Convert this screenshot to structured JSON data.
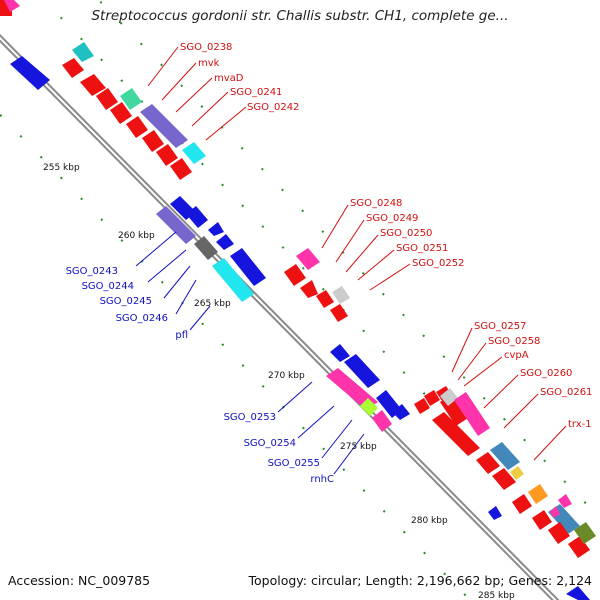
{
  "title": "Streptococcus gordonii str. Challis substr. CH1, complete ge...",
  "footer": {
    "accession_label": "Accession:",
    "accession": "NC_009785",
    "topology_label": "Topology:",
    "topology": "circular;",
    "length_label": "Length:",
    "length": "2,196,662 bp;",
    "genes_label": "Genes:",
    "genes": "2,124"
  },
  "scale_labels": [
    "255 kbp",
    "260 kbp",
    "265 kbp",
    "270 kbp",
    "275 kbp",
    "280 kbp",
    "285 kbp"
  ],
  "gene_labels_forward": [
    "SGO_0238",
    "mvk",
    "mvaD",
    "SGO_0241",
    "SGO_0242",
    "SGO_0248",
    "SGO_0249",
    "SGO_0250",
    "SGO_0251",
    "SGO_0252",
    "SGO_0257",
    "SGO_0258",
    "cvpA",
    "SGO_0260",
    "SGO_0261",
    "trx-1"
  ],
  "gene_labels_reverse": [
    "SGO_0243",
    "SGO_0244",
    "SGO_0245",
    "SGO_0246",
    "pfl",
    "SGO_0253",
    "SGO_0254",
    "SGO_0255",
    "rnhC"
  ],
  "colors": {
    "forward_label": "#d01010",
    "reverse_label": "#1010c0",
    "forward_gene": "#ee1111",
    "reverse_gene": "#1515dd",
    "backbone": "#888888",
    "tick": "#2a8a2a"
  }
}
